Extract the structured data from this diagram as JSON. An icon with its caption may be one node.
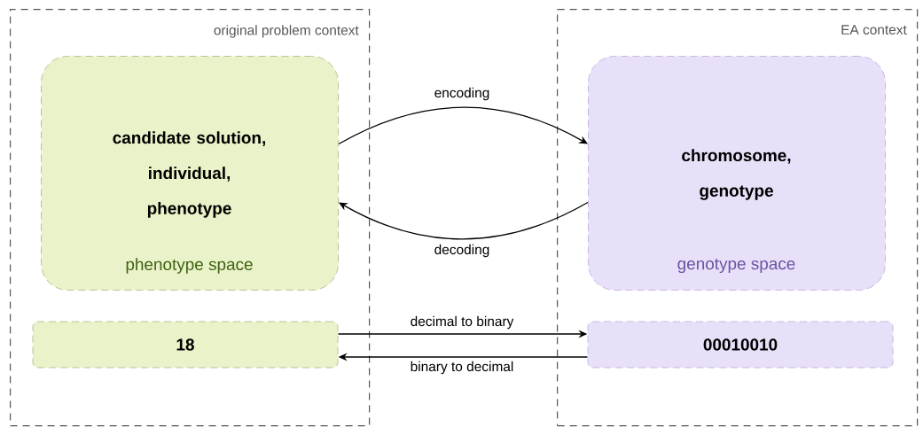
{
  "diagram": {
    "nodes": [
      {
        "text": [
          "original problem context"
        ]
      },
      {
        "text": [
          "candidate solution, individual, phenotype",
          "phenotype space"
        ],
        "in": 0
      },
      {
        "text": [
          "18"
        ],
        "in": 0
      },
      {
        "text": [
          "EA context"
        ]
      },
      {
        "text": [
          "chromosome, genotype",
          "genotype space"
        ],
        "in": 3
      },
      {
        "text": [
          "00010010"
        ],
        "in": 3
      }
    ],
    "edges": [
      {
        "from": 1,
        "to": 4,
        "arrow": "to",
        "label": "encoding"
      },
      {
        "from": 4,
        "to": 1,
        "arrow": "to",
        "label": "decoding"
      },
      {
        "from": 2,
        "to": 5,
        "arrow": "to",
        "label": "decimal to binary"
      },
      {
        "from": 5,
        "to": 2,
        "arrow": "to",
        "label": "binary to decimal"
      }
    ]
  }
}
